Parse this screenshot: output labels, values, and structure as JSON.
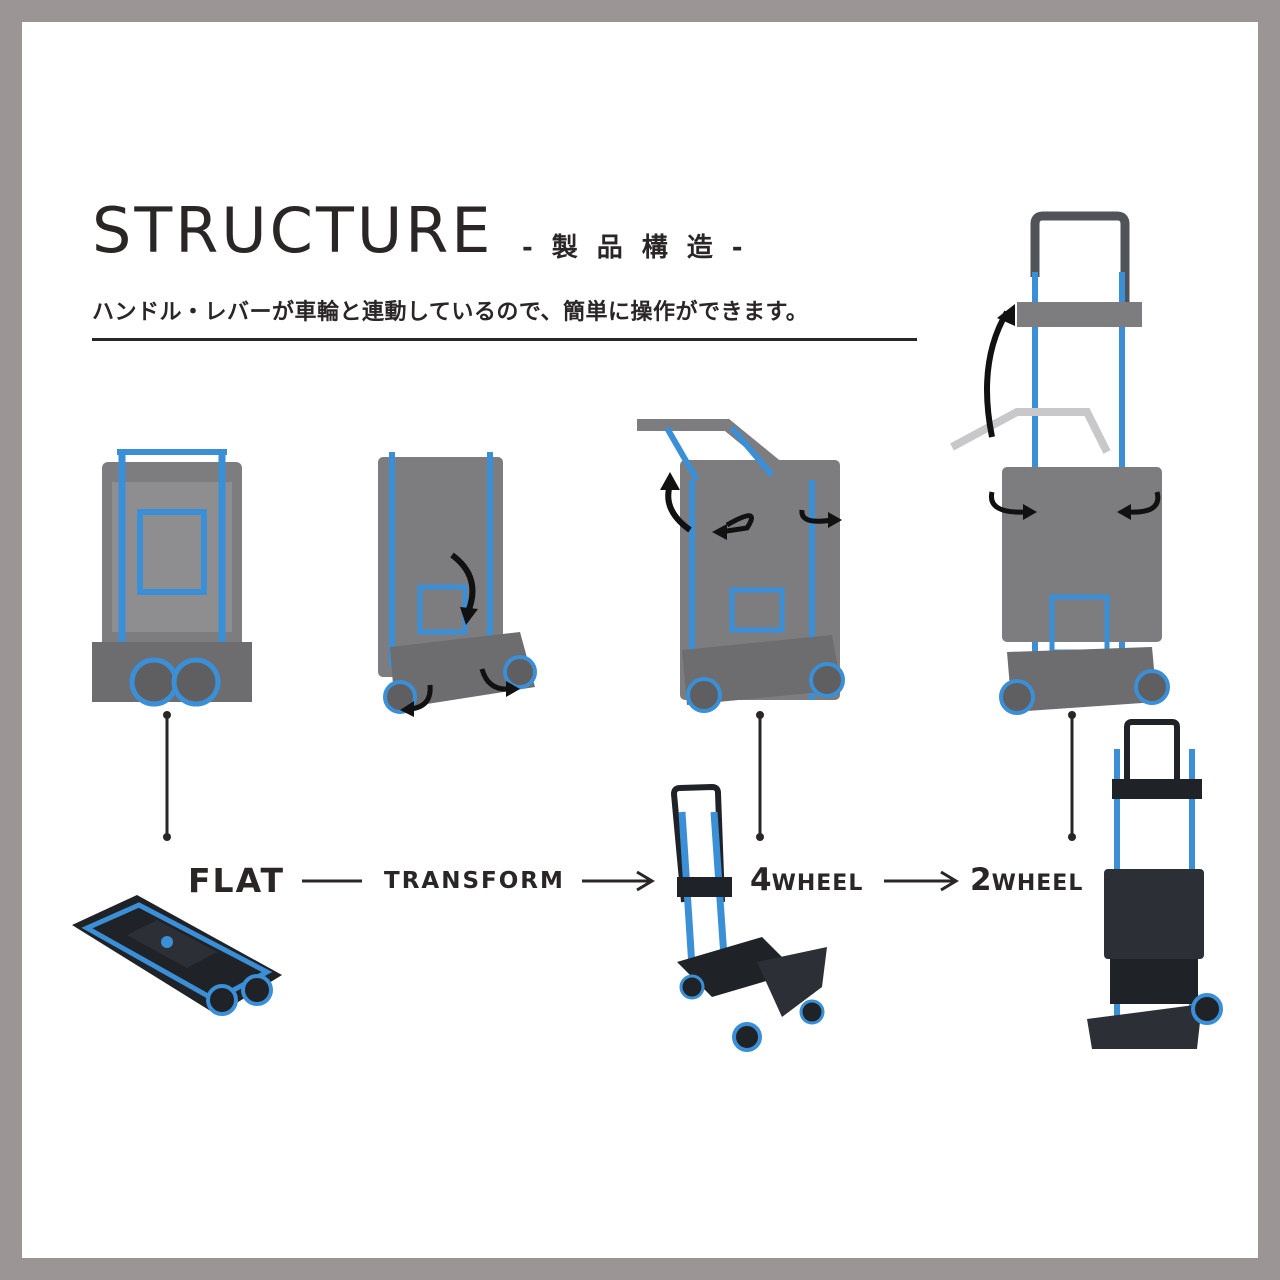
{
  "header": {
    "title": "STRUCTURE",
    "title_jp": "-製品構造-",
    "subtitle": "ハンドル・レバーが車輪と連動しているので、簡単に操作ができます。"
  },
  "flow": {
    "flat": "FLAT",
    "transform": "TRANSFORM",
    "four_wheel_num": "4",
    "four_wheel_text": "WHEEL",
    "two_wheel_num": "2",
    "two_wheel_text": "WHEEL"
  },
  "colors": {
    "frame": "#9c9595",
    "text": "#2a2626",
    "cart_gray": "#7d7d80",
    "cart_blue": "#3a8fd6",
    "cart_dark": "#1f2226"
  }
}
